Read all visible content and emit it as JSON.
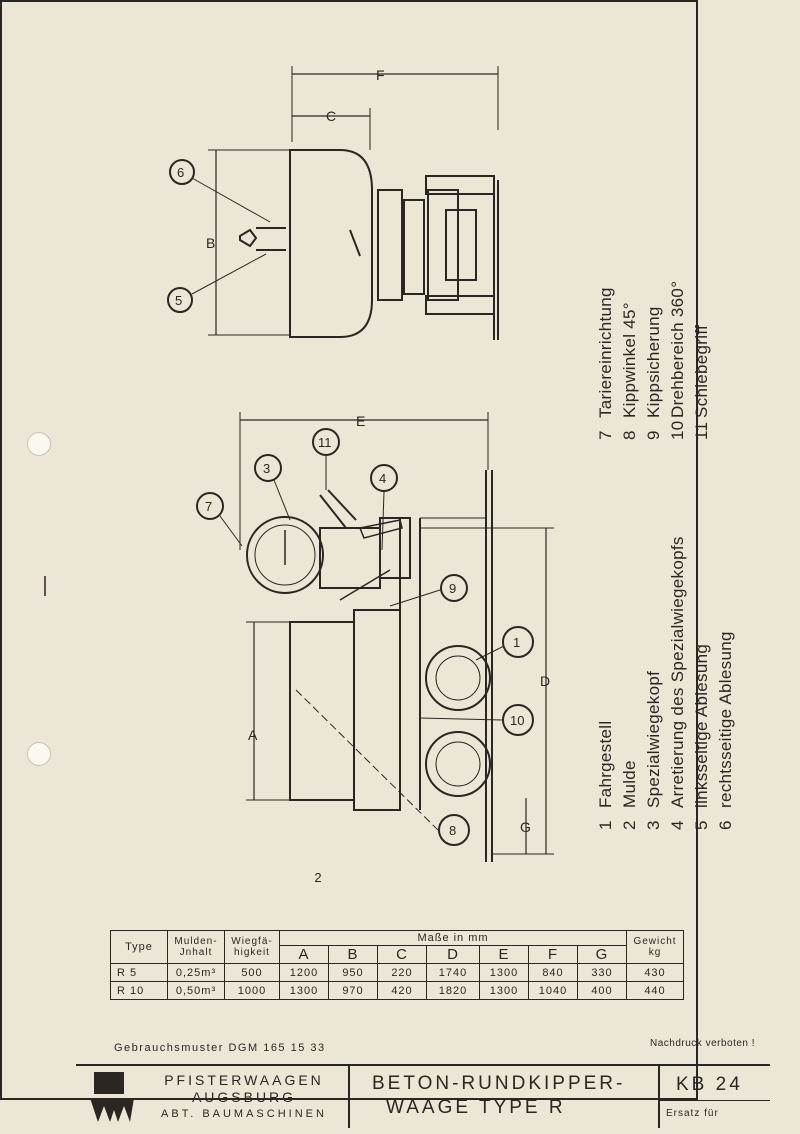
{
  "legend": [
    {
      "num": "1",
      "text": "Fahrgestell"
    },
    {
      "num": "2",
      "text": "Mulde"
    },
    {
      "num": "3",
      "text": "Spezialwiegekopf"
    },
    {
      "num": "4",
      "text": "Arretierung des Spezialwiegekopfs"
    },
    {
      "num": "5",
      "text": "linksseitige Ablesung"
    },
    {
      "num": "6",
      "text": "rechtsseitige Ablesung"
    },
    {
      "num": "7",
      "text": "Tariereinrichtung"
    },
    {
      "num": "8",
      "text": "Kippwinkel 45°"
    },
    {
      "num": "9",
      "text": "Kippsicherung"
    },
    {
      "num": "10",
      "text": "Drehbereich 360°"
    },
    {
      "num": "11",
      "text": "Schiebegriff"
    }
  ],
  "drawing": {
    "dim_labels": {
      "A": "A",
      "B": "B",
      "C": "C",
      "D": "D",
      "E": "E",
      "F": "F",
      "G": "G"
    },
    "callouts": [
      "1",
      "2",
      "3",
      "4",
      "5",
      "6",
      "7",
      "8",
      "9",
      "10",
      "11"
    ]
  },
  "table": {
    "headers": {
      "type": "Type",
      "mulden": "Mulden-\nJnhalt",
      "wiegefaehigkeit": "Wiegfä-\nhigkeit",
      "masse": "Maße in mm",
      "gewicht": "Gewicht\nkg"
    },
    "dim_cols": [
      "A",
      "B",
      "C",
      "D",
      "E",
      "F",
      "G"
    ],
    "rows": [
      {
        "type": "R 5",
        "inhalt": "0,25m³",
        "wieg": "500",
        "A": "1200",
        "B": "950",
        "C": "220",
        "D": "1740",
        "E": "1300",
        "F": "840",
        "G": "330",
        "kg": "430"
      },
      {
        "type": "R 10",
        "inhalt": "0,50m³",
        "wieg": "1000",
        "A": "1300",
        "B": "970",
        "C": "420",
        "D": "1820",
        "E": "1300",
        "F": "1040",
        "G": "400",
        "kg": "440"
      }
    ]
  },
  "footer": {
    "gebrauchsmuster": "Gebrauchsmuster DGM 165 15 33",
    "nachdruck": "Nachdruck verboten !"
  },
  "title_block": {
    "company_line1": "PFISTERWAAGEN",
    "company_line2": "AUGSBURG",
    "company_line3": "ABT. BAUMASCHINEN",
    "product_line1": "BETON-RUNDKIPPER-",
    "product_line2": "WAAGE TYPE R",
    "doc_code": "KB 24",
    "ersatz": "Ersatz für"
  }
}
